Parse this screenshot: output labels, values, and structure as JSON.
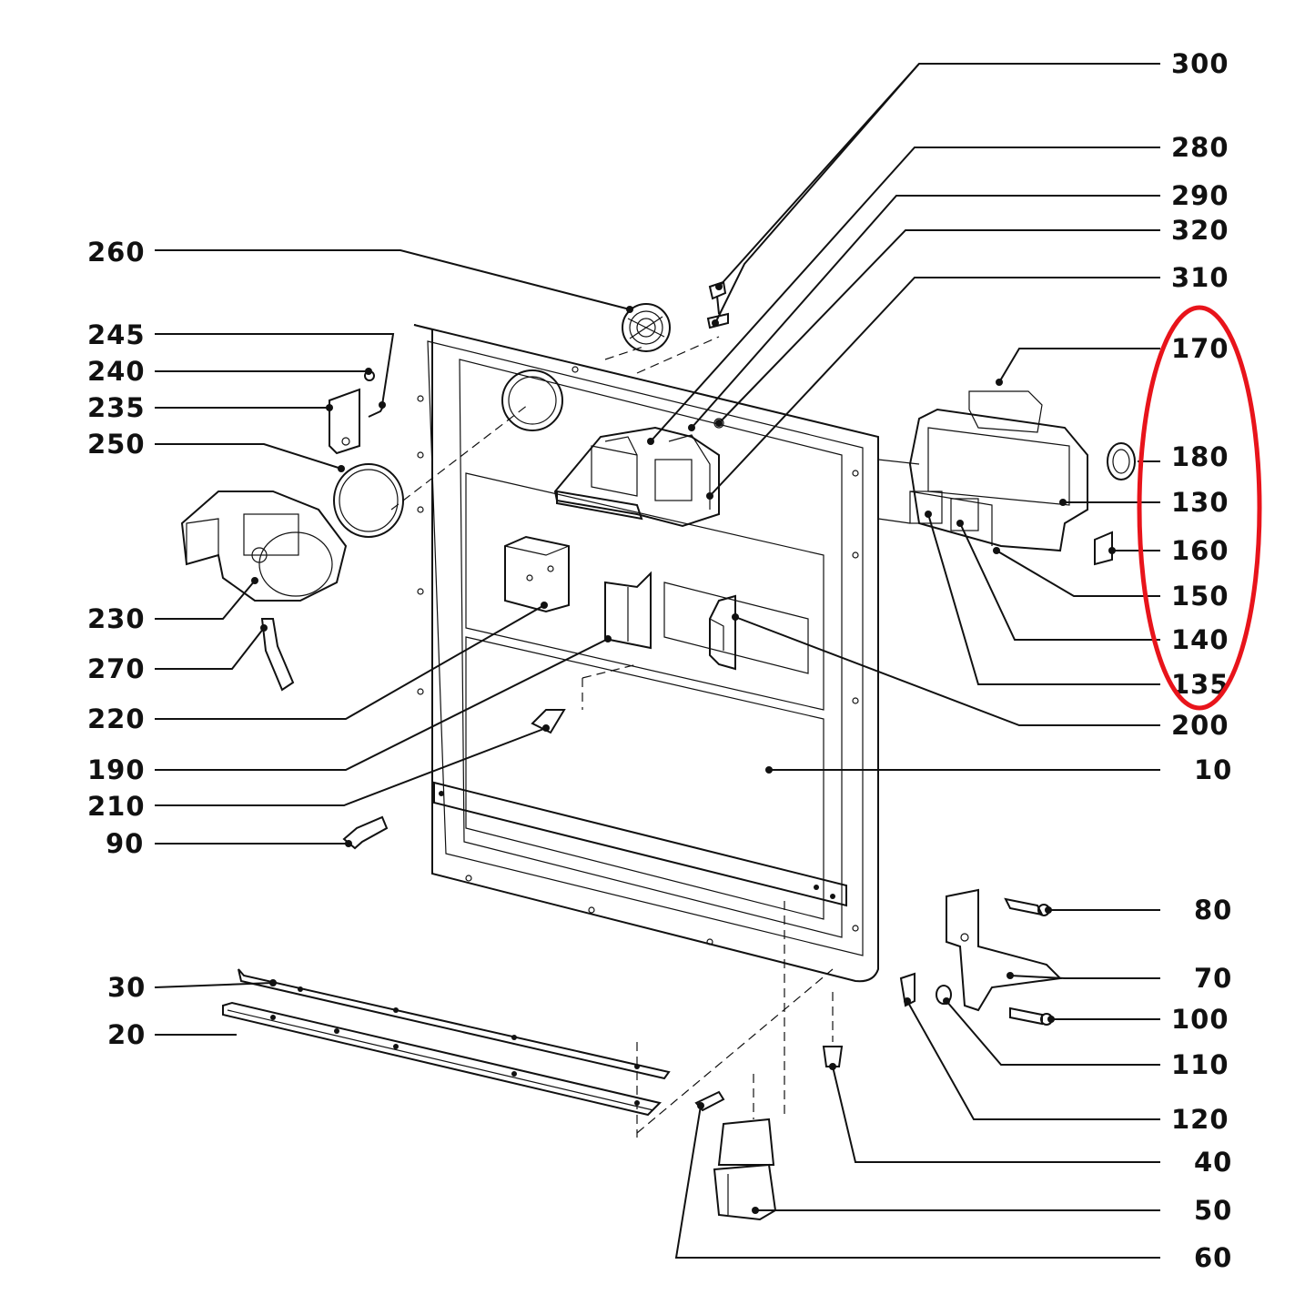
{
  "diagram": {
    "labels": [
      {
        "id": "300",
        "text": "300"
      },
      {
        "id": "280",
        "text": "280"
      },
      {
        "id": "290",
        "text": "290"
      },
      {
        "id": "320",
        "text": "320"
      },
      {
        "id": "310",
        "text": "310"
      },
      {
        "id": "260",
        "text": "260"
      },
      {
        "id": "245",
        "text": "245"
      },
      {
        "id": "240",
        "text": "240"
      },
      {
        "id": "235",
        "text": "235"
      },
      {
        "id": "250",
        "text": "250"
      },
      {
        "id": "170",
        "text": "170"
      },
      {
        "id": "180",
        "text": "180"
      },
      {
        "id": "130",
        "text": "130"
      },
      {
        "id": "160",
        "text": "160"
      },
      {
        "id": "150",
        "text": "150"
      },
      {
        "id": "140",
        "text": "140"
      },
      {
        "id": "135",
        "text": "135"
      },
      {
        "id": "200",
        "text": "200"
      },
      {
        "id": "10",
        "text": "10"
      },
      {
        "id": "230",
        "text": "230"
      },
      {
        "id": "270",
        "text": "270"
      },
      {
        "id": "220",
        "text": "220"
      },
      {
        "id": "190",
        "text": "190"
      },
      {
        "id": "210",
        "text": "210"
      },
      {
        "id": "90",
        "text": "90"
      },
      {
        "id": "80",
        "text": "80"
      },
      {
        "id": "70",
        "text": "70"
      },
      {
        "id": "100",
        "text": "100"
      },
      {
        "id": "110",
        "text": "110"
      },
      {
        "id": "120",
        "text": "120"
      },
      {
        "id": "40",
        "text": "40"
      },
      {
        "id": "50",
        "text": "50"
      },
      {
        "id": "60",
        "text": "60"
      },
      {
        "id": "30",
        "text": "30"
      },
      {
        "id": "20",
        "text": "20"
      }
    ],
    "highlight_color": "#e8141b",
    "line_color": "#111111"
  }
}
